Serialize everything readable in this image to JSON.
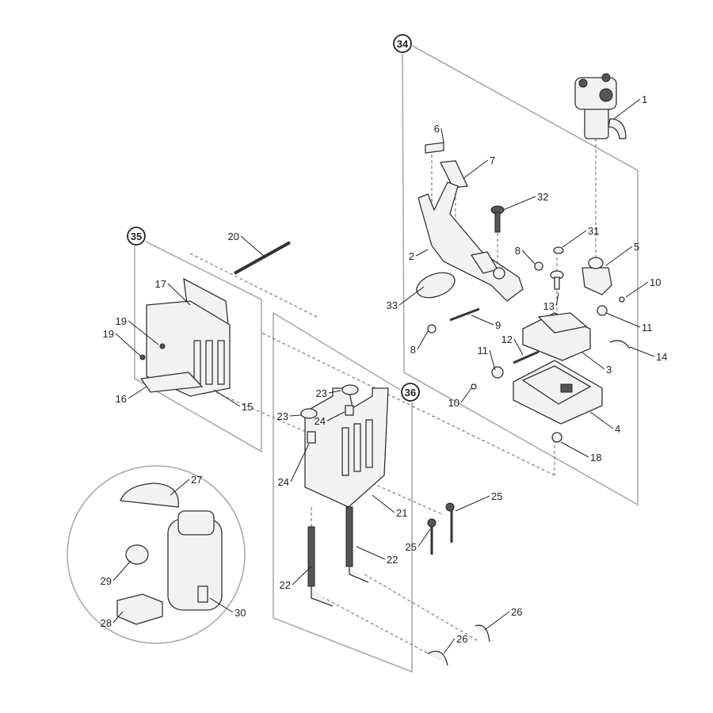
{
  "group_callouts": [
    "34",
    "35",
    "36"
  ],
  "part_labels": [
    "1",
    "6",
    "7",
    "32",
    "31",
    "5",
    "2",
    "8",
    "10",
    "33",
    "13",
    "9",
    "11",
    "8",
    "14",
    "12",
    "3",
    "11",
    "10",
    "4",
    "18",
    "20",
    "17",
    "19",
    "19",
    "16",
    "15",
    "23",
    "23",
    "24",
    "24",
    "21",
    "25",
    "25",
    "22",
    "22",
    "26",
    "26",
    "27",
    "29",
    "30",
    "28"
  ],
  "colors": {
    "line": "#333333",
    "group_box": "#aaaaaa",
    "background": "#ffffff"
  }
}
